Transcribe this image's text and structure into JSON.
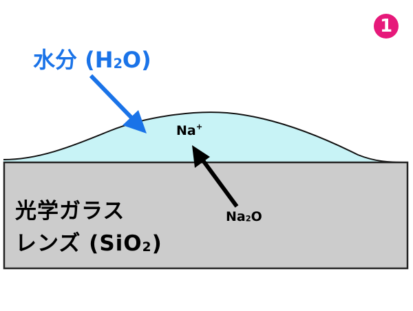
{
  "step_badge": "1",
  "water": {
    "label": "水分 (H",
    "sub": "2",
    "close": "O)"
  },
  "sodium_ion": {
    "label": "Na",
    "sup": "+"
  },
  "sodium_oxide": {
    "label": "Na",
    "sub": "2",
    "tail": "O"
  },
  "glass": {
    "line1": "光学ガラス",
    "line2_prefix": "レンズ (SiO",
    "line2_sub": "2",
    "line2_close": ")"
  },
  "colors": {
    "water_label": "#1a73e8",
    "water_drop": "#c8f3f6",
    "glass_fill": "#cccccc",
    "badge": "#e6197a"
  }
}
